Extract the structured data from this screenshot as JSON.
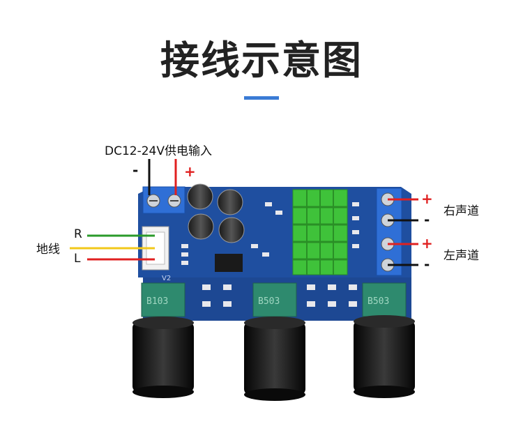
{
  "title": "接线示意图",
  "power": {
    "label": "DC12-24V供电输入",
    "minus": "-",
    "plus": "+"
  },
  "inputs": {
    "r": "R",
    "ground": "地线",
    "l": "L"
  },
  "outputs": {
    "right_channel": "右声道",
    "left_channel": "左声道",
    "plus": "+",
    "minus": "-"
  },
  "board": {
    "silkscreen": "V2",
    "pot_labels": [
      "B103",
      "B503",
      "B503"
    ]
  },
  "colors": {
    "title_underline": "#3a7bd5",
    "pcb": "#1f4fa0",
    "terminal": "#2f6fd6",
    "heatsink": "#3fc23a",
    "wire_red": "#e02020",
    "wire_black": "#111111",
    "wire_green": "#2a9a2a",
    "wire_yellow": "#f2c81a",
    "pot_body": "#2e8a6e",
    "knob": "#111111"
  }
}
